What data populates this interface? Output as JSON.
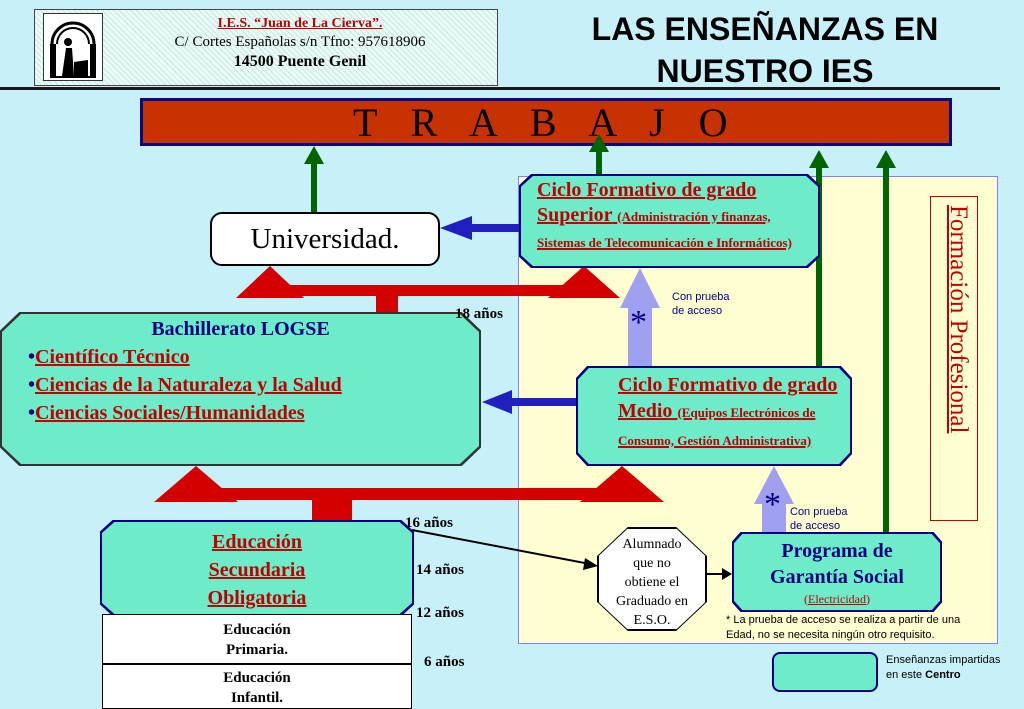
{
  "header": {
    "line1": "I.E.S. “Juan de La Cierva”.",
    "line2": "C/ Cortes Españolas s/n Tfno: 957618906",
    "line3": "14500 Puente Genil"
  },
  "title": {
    "line1": "LAS ENSEÑANZAS EN",
    "line2": "NUESTRO IES"
  },
  "trabajo": "T R A B A J O",
  "universidad": "Universidad.",
  "ciclo_superior": {
    "title": "Ciclo Formativo de grado Superior",
    "subtitle": "(Administración y finanzas, Sistemas de Telecomunicación e Informáticos)"
  },
  "bachillerato": {
    "title": "Bachillerato LOGSE",
    "items": [
      "Científico Técnico",
      "Ciencias de la Naturaleza y la Salud",
      "Ciencias Sociales/Humanidades"
    ]
  },
  "ciclo_medio": {
    "title": "Ciclo Formativo de grado Medio",
    "subtitle": "(Equipos Electrónicos de Consumo, Gestión Administrativa)"
  },
  "eso": {
    "line1": "Educación",
    "line2": "Secundaria",
    "line3": "Obligatoria"
  },
  "primaria": {
    "line1": "Educación",
    "line2": "Primaria."
  },
  "infantil": {
    "line1": "Educación",
    "line2": "Infantil."
  },
  "alumnado": [
    "Alumnado",
    "que no",
    "obtiene el",
    "Graduado en",
    "E.S.O."
  ],
  "programa_garantia": {
    "line1": "Programa de",
    "line2": "Garantía Social",
    "detail": "Electricidad"
  },
  "formacion_profesional": "Formación Profesional",
  "ages": {
    "a18": "18 años",
    "a16": "16 años",
    "a14": "14 años",
    "a12": "12 años",
    "a6": "6 años"
  },
  "con_prueba": {
    "line1": "Con prueba",
    "line2": "de acceso"
  },
  "asterisk": "*",
  "footnote": "* La prueba de acceso se realiza a partir de una Edad, no se necesita ningún otro requisito.",
  "legend": {
    "line1": "Enseñanzas impartidas",
    "line2": "en este",
    "line2_bold": "Centro"
  },
  "colors": {
    "trabajo_bg": "#c83200",
    "center_green": "#6eebc8",
    "fp_panel": "#fffed0",
    "red_text": "#c00000",
    "navy": "#000080",
    "arrow_green": "#006400",
    "arrow_red": "#d40000",
    "arrow_lavender": "#a0a0f0"
  }
}
